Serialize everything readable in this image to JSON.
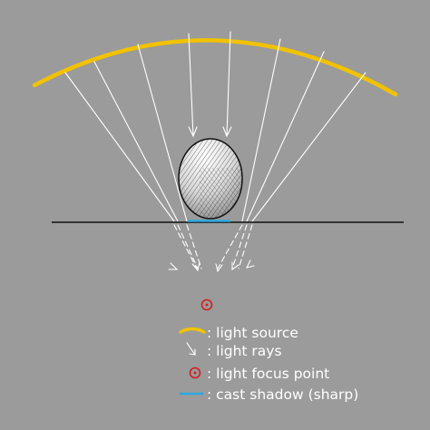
{
  "legend": {
    "items": [
      {
        "key": "light_source",
        "label": ": light source",
        "icon": "yellow-arc-icon",
        "color": "#f2c200"
      },
      {
        "key": "light_rays",
        "label": ": light rays",
        "icon": "white-arrow-icon",
        "color": "#ffffff"
      },
      {
        "key": "focus_point",
        "label": ": light focus point",
        "icon": "red-target-icon",
        "color": "#d21e1e"
      },
      {
        "key": "cast_shadow",
        "label": ": cast shadow (sharp)",
        "icon": "blue-line-icon",
        "color": "#2ea8e0"
      }
    ]
  },
  "colors": {
    "background": "#9b9b9b",
    "light_source": "#f2c200",
    "rays": "#ffffff",
    "ground": "#111111",
    "shadow": "#2ea8e0",
    "focus_point": "#d21e1e"
  }
}
